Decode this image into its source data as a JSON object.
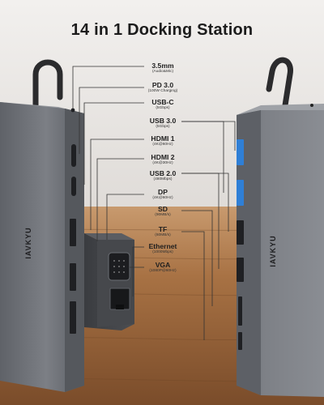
{
  "title": "14 in 1 Docking Station",
  "brand": "IAVKYU",
  "ports_left": [
    {
      "name": "3.5mm",
      "spec": "(Audio&Mic)"
    },
    {
      "name": "PD 3.0",
      "spec": "(100W Charging)"
    },
    {
      "name": "USB-C",
      "spec": "(5Gbps)"
    },
    {
      "name": "HDMI 1",
      "spec": "(4K@60Hz)"
    },
    {
      "name": "HDMI 2",
      "spec": "(4K@30Hz)"
    },
    {
      "name": "DP",
      "spec": "(4K@60Hz)"
    },
    {
      "name": "Ethernet",
      "spec": "(1000Mbps)"
    },
    {
      "name": "VGA",
      "spec": "(1080P@60Hz)"
    }
  ],
  "ports_right": [
    {
      "name": "USB 3.0",
      "spec": "(5Gbps)"
    },
    {
      "name": "USB 2.0",
      "spec": "(480Mbps)"
    },
    {
      "name": "SD",
      "spec": "(90MB/s)"
    },
    {
      "name": "TF",
      "spec": "(60MB/s)"
    }
  ],
  "colors": {
    "background": "#ece9e6",
    "hub_body": "#6f7278",
    "usb3_port": "#2f7fd6",
    "wood_floor": "#9a6a42",
    "leader_line": "#333333"
  }
}
